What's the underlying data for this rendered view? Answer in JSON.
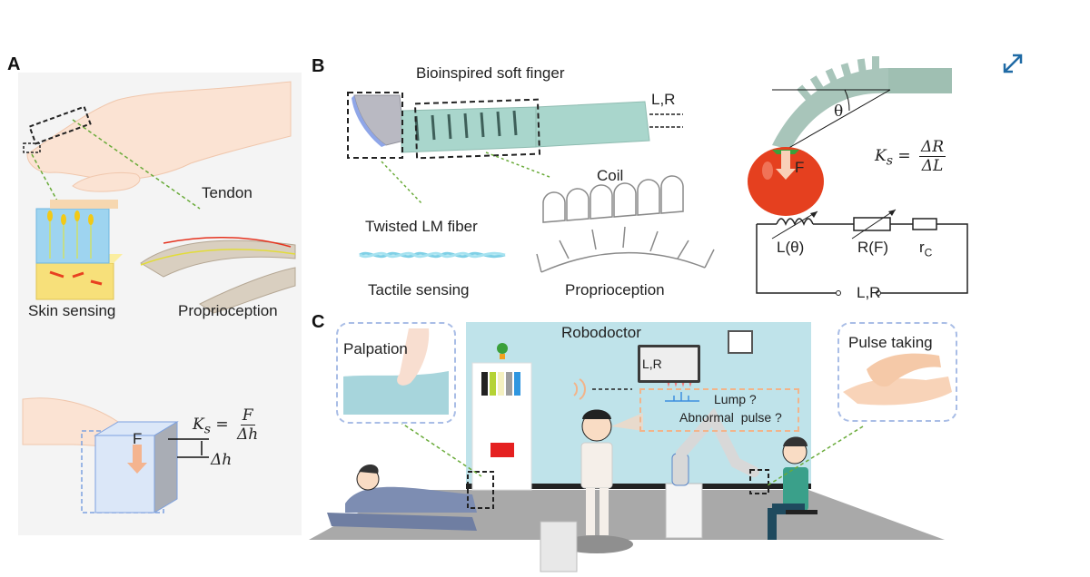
{
  "figure": {
    "panels": {
      "A": {
        "letter": "A",
        "labels": {
          "tendon": "Tendon",
          "skin_sensing": "Skin sensing",
          "proprioception": "Proprioception",
          "force": "F",
          "delta_h": "Δh"
        },
        "equation": {
          "lhs": "K",
          "sub": "s",
          "eq": "=",
          "numerator": "F",
          "denominator": "Δh"
        }
      },
      "B": {
        "letter": "B",
        "labels": {
          "title": "Bioinspired soft finger",
          "output": "L,R",
          "twisted_fiber": "Twisted LM fiber",
          "tactile_sensing": "Tactile sensing",
          "coil": "Coil",
          "proprioception": "Proprioception",
          "theta": "θ",
          "force": "F"
        },
        "equation": {
          "lhs": "K",
          "sub": "s",
          "eq": "=",
          "numerator": "ΔR",
          "denominator": "ΔL"
        },
        "circuit": {
          "inductor": "L(θ)",
          "resistor": "R(F)",
          "contact_resistor_main": "r",
          "contact_resistor_sub": "C",
          "terminals": "L,R"
        }
      },
      "C": {
        "letter": "C",
        "labels": {
          "palpation": "Palpation",
          "robodoctor": "Robodoctor",
          "monitor": "L,R",
          "lump": "Lump ?",
          "abnormal_pulse": "Abnormal  pulse ?",
          "pulse_taking": "Pulse taking"
        }
      }
    },
    "colors": {
      "callout_border": "#a9bde6",
      "leader_line": "#6aab3a",
      "wall": "#bfe3ea",
      "floor": "#a9a9a9",
      "finger": "#a9d6cc",
      "skin": "#f7d9c4",
      "tomato": "#e5401f",
      "alert_border": "#f2b48a",
      "expand_icon": "#1f6aa5"
    },
    "icons": {
      "expand": "expand-diagonal-arrows-icon"
    }
  }
}
